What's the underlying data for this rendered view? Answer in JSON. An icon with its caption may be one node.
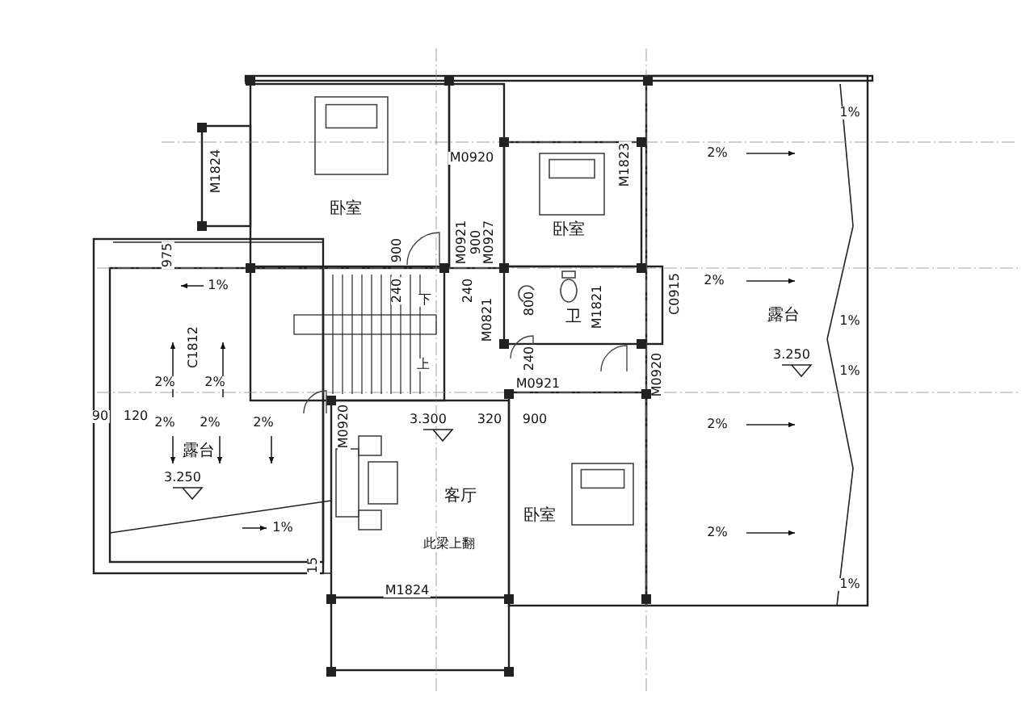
{
  "diagram": {
    "labels": [
      "M1824",
      "M0920",
      "卧室",
      "M1823",
      "卧室",
      "2%",
      "1%",
      "975",
      "900",
      "M0921",
      "900",
      "M0927",
      "1%",
      "240",
      "下",
      "240",
      "2%",
      "M0821",
      "800",
      "卫",
      "M1821",
      "C0915",
      "露台",
      "1%",
      "C1812",
      "上",
      "3.250",
      "1%",
      "2%",
      "2%",
      "240",
      "M0921",
      "M0920",
      "90",
      "120",
      "2%",
      "2%",
      "2%",
      "M0920",
      "3.300",
      "320",
      "900",
      "2%",
      "露台",
      "3.250",
      "客厅",
      "卧室",
      "1%",
      "2%",
      "此梁上翻",
      "15",
      "1%",
      "M1824"
    ]
  }
}
